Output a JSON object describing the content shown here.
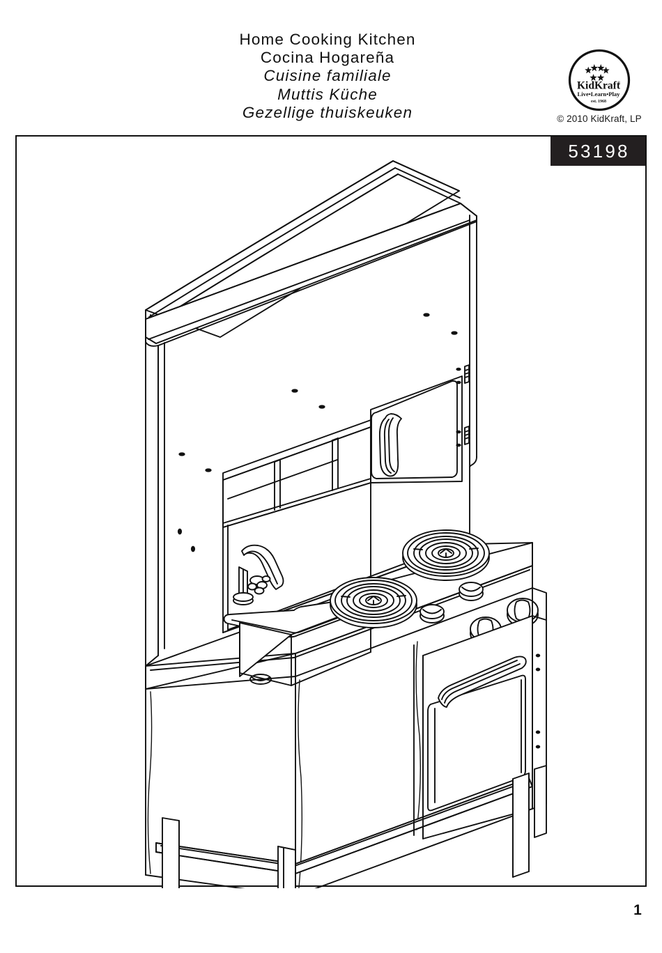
{
  "header": {
    "titles": [
      {
        "text": "Home Cooking Kitchen",
        "style": "normal"
      },
      {
        "text": "Cocina Hogareña",
        "style": "normal"
      },
      {
        "text": "Cuisine familiale",
        "style": "italic"
      },
      {
        "text": "Muttis Küche",
        "style": "italic"
      },
      {
        "text": "Gezellige thuiskeuken",
        "style": "italic"
      }
    ],
    "logo": {
      "icon": "kidkraft-logo-icon",
      "brand": "KidKraft",
      "registered_mark": "®",
      "tagline": "Live•Learn•Play",
      "established": "est. 1968",
      "stars_top_row": 4,
      "stars_bottom_row": 2
    },
    "copyright": "© 2010 KidKraft, LP"
  },
  "frame": {
    "part_number": "53198",
    "badge_background": "#231f20",
    "badge_text_color": "#ffffff",
    "border_color": "#111111"
  },
  "illustration": {
    "name": "home-cooking-kitchen-assembly-drawing",
    "description": "Isometric line drawing of a toy play kitchen",
    "line_color": "#111111",
    "fill_color": "#ffffff",
    "components": [
      "curved-top-backsplash-panel",
      "hutch-top-shelf",
      "open-shelf-cubbies",
      "upper-cabinet-door",
      "upper-cabinet-door-handle",
      "upper-cabinet-hinges",
      "left-side-panel",
      "sink-basin",
      "sink-drain",
      "faucet",
      "faucet-handles",
      "countertop",
      "burner-left",
      "burner-right",
      "knob-cap-left",
      "knob-cap-right",
      "control-knob-left",
      "control-knob-right",
      "oven-door",
      "oven-door-handle",
      "oven-door-window",
      "lower-cabinet-panel",
      "bottom-shelf",
      "legs"
    ]
  },
  "footer": {
    "page_number": "1"
  }
}
